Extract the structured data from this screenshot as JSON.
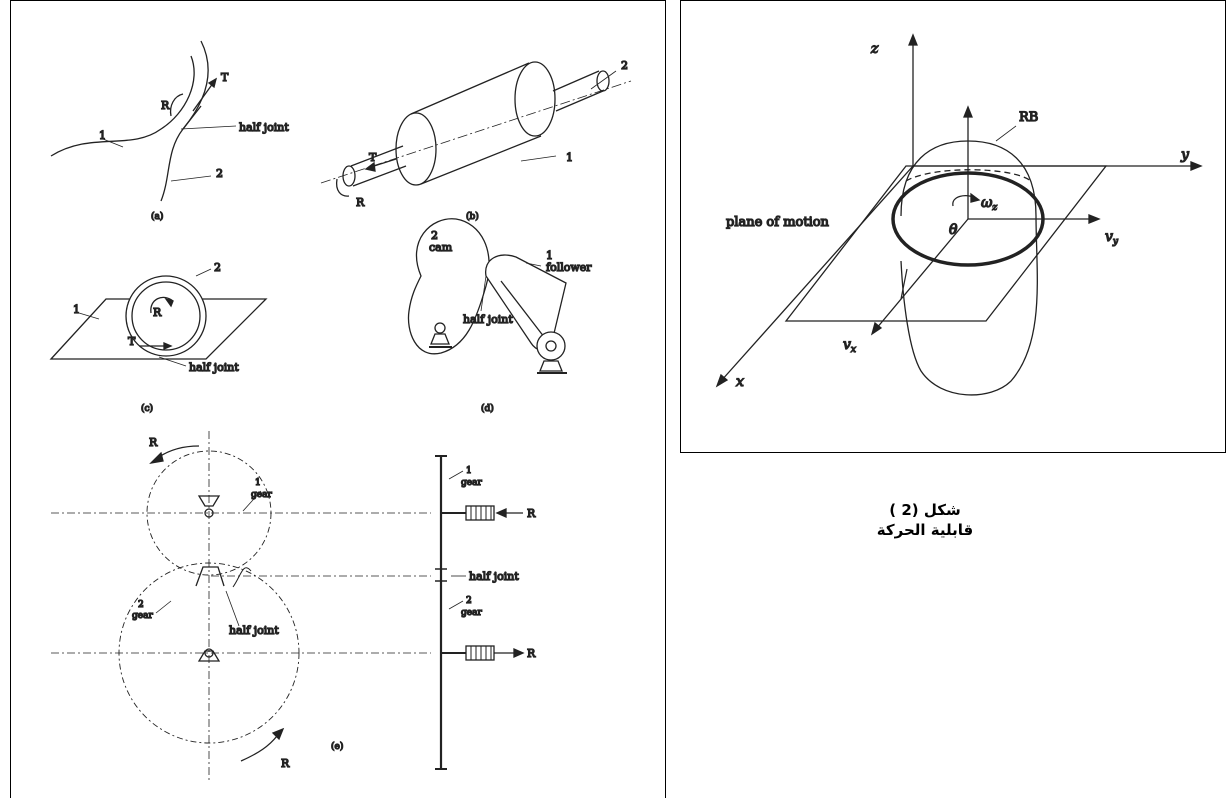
{
  "left_figure": {
    "a": {
      "caption": "(a)",
      "label_1": "1",
      "label_2": "2",
      "label_R": "R",
      "label_T": "T",
      "label_half": "half joint"
    },
    "b": {
      "caption": "(b)",
      "label_1": "1",
      "label_2": "2",
      "label_R": "R",
      "label_T": "T"
    },
    "c": {
      "caption": "(c)",
      "label_1": "1",
      "label_2": "2",
      "label_R": "R",
      "label_T": "T",
      "label_half": "half joint"
    },
    "d": {
      "caption": "(d)",
      "label_1": "1",
      "label_2": "2",
      "label_cam": "cam",
      "label_follower": "follower",
      "label_half": "half joint"
    },
    "e": {
      "caption": "(e)",
      "label_R_top": "R",
      "label_R_bottom": "R",
      "gear1_num": "1",
      "gear1_word": "gear",
      "gear2_num": "2",
      "gear2_word": "gear",
      "label_half_left": "half joint",
      "side_1_num": "1",
      "side_1_word": "gear",
      "side_2_num": "2",
      "side_2_word": "gear",
      "side_half": "half joint",
      "side_R_top": "R",
      "side_R_bottom": "R"
    }
  },
  "right_figure": {
    "axis_z": "z",
    "axis_y": "y",
    "axis_x": "x",
    "label_RB": "RB",
    "label_plane": "plane of motion",
    "label_theta": "θ",
    "label_omega": "ω",
    "label_omega_sub": "z",
    "label_vy": "v",
    "label_vy_sub": "y",
    "label_vx": "v",
    "label_vx_sub": "x"
  },
  "caption": {
    "line1": "شكل (2 )",
    "line2": "قابلية الحركة"
  }
}
